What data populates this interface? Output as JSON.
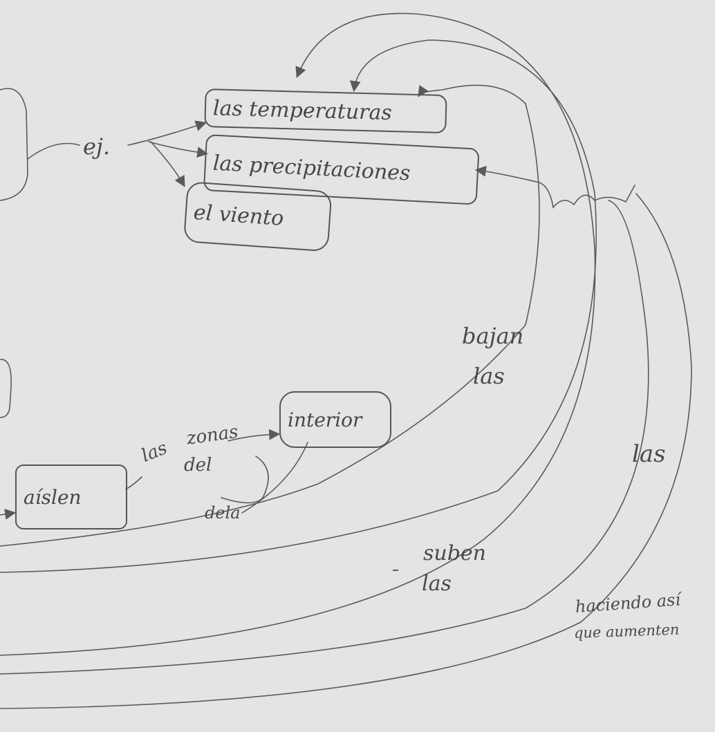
{
  "nodes": {
    "temperaturas": "las temperaturas",
    "precipitaciones": "las precipitaciones",
    "viento": "el viento",
    "interior": "interior",
    "aislen": "aíslen"
  },
  "labels": {
    "ej": "ej.",
    "bajan": "bajan",
    "bajan_las": "las",
    "las_zonas_1": "las",
    "zonas": "zonas",
    "del": "del",
    "dela": "dela",
    "las_right": "las",
    "suben": "suben",
    "suben_las": "las",
    "haciendo": "haciendo así",
    "aumenten": "que aumenten"
  },
  "colors": {
    "paper": "#e3e4e6",
    "pencil": "#5a5a5c"
  }
}
